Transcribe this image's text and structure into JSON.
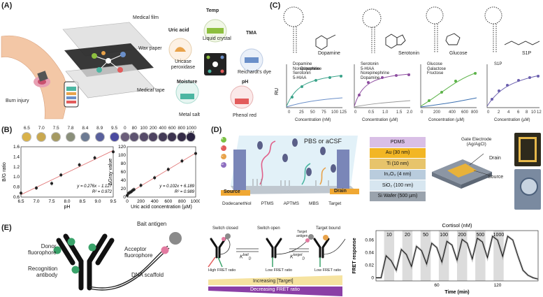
{
  "panels": {
    "A": {
      "label": "(A)",
      "layers": [
        "Medical film",
        "Wax paper",
        "Medical tape"
      ],
      "burn": "Burn injury",
      "sensors": [
        {
          "name": "Temp",
          "reagent": "Liquid crystal",
          "color": "#8dbf3f"
        },
        {
          "name": "Uric acid",
          "reagent": "Uricase peroxidase",
          "color": "#e8a24a"
        },
        {
          "name": "TMA",
          "reagent": "Reichardt's dye",
          "color": "#6a8fc9"
        },
        {
          "name": "Moisture",
          "reagent": "Metal salt",
          "color": "#4bb6a2"
        },
        {
          "name": "pH",
          "reagent": "Phenol red",
          "color": "#e25b5b"
        }
      ]
    },
    "B": {
      "label": "(B)",
      "ph_dots": [
        "6.5",
        "7.0",
        "7.5",
        "7.8",
        "8.4",
        "8.9",
        "9.5"
      ],
      "ua_dots": [
        "0",
        "80",
        "100",
        "200",
        "400",
        "600",
        "800",
        "1000 µM"
      ]
    },
    "C": {
      "label": "(C)",
      "targets": [
        "Dopamine",
        "Serotonin",
        "Glucose",
        "S1P"
      ],
      "legends": [
        [
          "Dopamine",
          "Norepinephrine",
          "Serotonin",
          "5-HIAA"
        ],
        [
          "Serotonin",
          "5-HIAA",
          "Norepinephrine",
          "Dopamine"
        ],
        [
          "Glucose",
          "Galactose",
          "Fructose"
        ],
        [
          "S1P"
        ]
      ],
      "xlabels": [
        "Concentration (nM)",
        "Concentration (µM)",
        "Concentration (µM)",
        "Concentration (µM)"
      ],
      "ylabel": "RU"
    },
    "D": {
      "label": "(D)",
      "medium": "PBS or aCSF",
      "electrodes": [
        "Source",
        "Drain"
      ],
      "bases": [
        "A",
        "T",
        "C",
        "G"
      ],
      "legend": [
        "Dodecanethiol",
        "PTMS",
        "APTMS",
        "MBS",
        "Target"
      ],
      "stack": [
        "PDMS",
        "Au (30 nm)",
        "Ti (10 nm)",
        "In₂O₃ (4 nm)",
        "SiO₂ (100 nm)",
        "Si Wafer (500 µm)"
      ],
      "device": [
        "Gate Electrode",
        "(Ag/AgCl)",
        "Drain",
        "Source"
      ]
    },
    "E": {
      "label": "(E)",
      "schematic": [
        "Bait antigen",
        "Donor",
        "fluorophore",
        "Acceptor",
        "fluorophore",
        "Recognition",
        "antibody",
        "DNA scaffold"
      ],
      "states": [
        "Switch closed",
        "Switch open",
        "Target bound"
      ],
      "state_notes": [
        "High FRET ratio",
        "Low FRET ratio",
        "Low FRET ratio"
      ],
      "arrow_notes": [
        "Target",
        "antigen"
      ],
      "k_bait": "K",
      "k_bait_sup": "bait",
      "k_bait_sub": "D",
      "k_target": "K",
      "k_target_sup": "target",
      "k_target_sub": "D",
      "bars": [
        "Increasing [Target]",
        "Decreasing FRET ratio"
      ],
      "cortisol_title": "Cortisol (nM)"
    }
  },
  "chart_data": [
    {
      "type": "scatter",
      "xlabel": "pH",
      "ylabel": "B/G ratio",
      "x": [
        6.5,
        7.0,
        7.5,
        7.8,
        8.4,
        8.9,
        9.5
      ],
      "y": [
        0.68,
        0.78,
        0.87,
        1.04,
        1.24,
        1.38,
        1.5
      ],
      "xticks": [
        "6.5",
        "7.0",
        "7.5",
        "8.0",
        "8.5",
        "9.0",
        "9.5"
      ],
      "yticks": [
        "0.6",
        "0.8",
        "1.0",
        "1.2",
        "1.4",
        "1.6"
      ],
      "xlim": [
        6.5,
        9.5
      ],
      "ylim": [
        0.6,
        1.6
      ],
      "fit": "y = 0.276x − 1.127",
      "r2": "R² = 0.972"
    },
    {
      "type": "scatter",
      "xlabel": "Uric acid concentration (µM)",
      "ylabel": "ΔGray value",
      "x": [
        0,
        20,
        40,
        60,
        80,
        100,
        200,
        400,
        600,
        800,
        1000
      ],
      "y": [
        4,
        9,
        11,
        13,
        16,
        18,
        28,
        46,
        66,
        86,
        104
      ],
      "xticks": [
        "0",
        "200",
        "400",
        "600",
        "800",
        "1000"
      ],
      "yticks": [
        "0",
        "20",
        "40",
        "60",
        "80",
        "100",
        "120"
      ],
      "xlim": [
        0,
        1000
      ],
      "ylim": [
        0,
        120
      ],
      "fit": "y = 0.102x + 6.189",
      "r2": "R² = 0.989"
    },
    {
      "type": "line",
      "xlabel": "Time (min)",
      "ylabel": "FRET response",
      "title": "Cortisol (nM)",
      "steps": [
        "10",
        "20",
        "50",
        "100",
        "200",
        "500",
        "1000"
      ],
      "x": [
        0,
        5,
        10,
        15,
        20,
        25,
        30,
        35,
        40,
        45,
        50,
        55,
        60,
        65,
        70,
        75,
        80,
        85,
        90,
        95,
        100,
        105,
        110,
        115,
        120,
        125,
        130,
        135,
        140,
        145,
        150,
        155,
        160
      ],
      "y": [
        0.0,
        0.0,
        0.035,
        0.027,
        0.012,
        0.045,
        0.037,
        0.018,
        0.05,
        0.043,
        0.022,
        0.055,
        0.048,
        0.025,
        0.058,
        0.052,
        0.028,
        0.061,
        0.055,
        0.03,
        0.063,
        0.057,
        0.032,
        0.066,
        0.06,
        0.034,
        0.066,
        0.06,
        0.035,
        0.012,
        0.004,
        0.0,
        -0.002
      ],
      "xticks": [
        "60",
        "120"
      ],
      "yticks": [
        "0",
        "0.02",
        "0.04",
        "0.06"
      ],
      "xlim": [
        0,
        160
      ],
      "ylim": [
        -0.005,
        0.075
      ]
    }
  ]
}
